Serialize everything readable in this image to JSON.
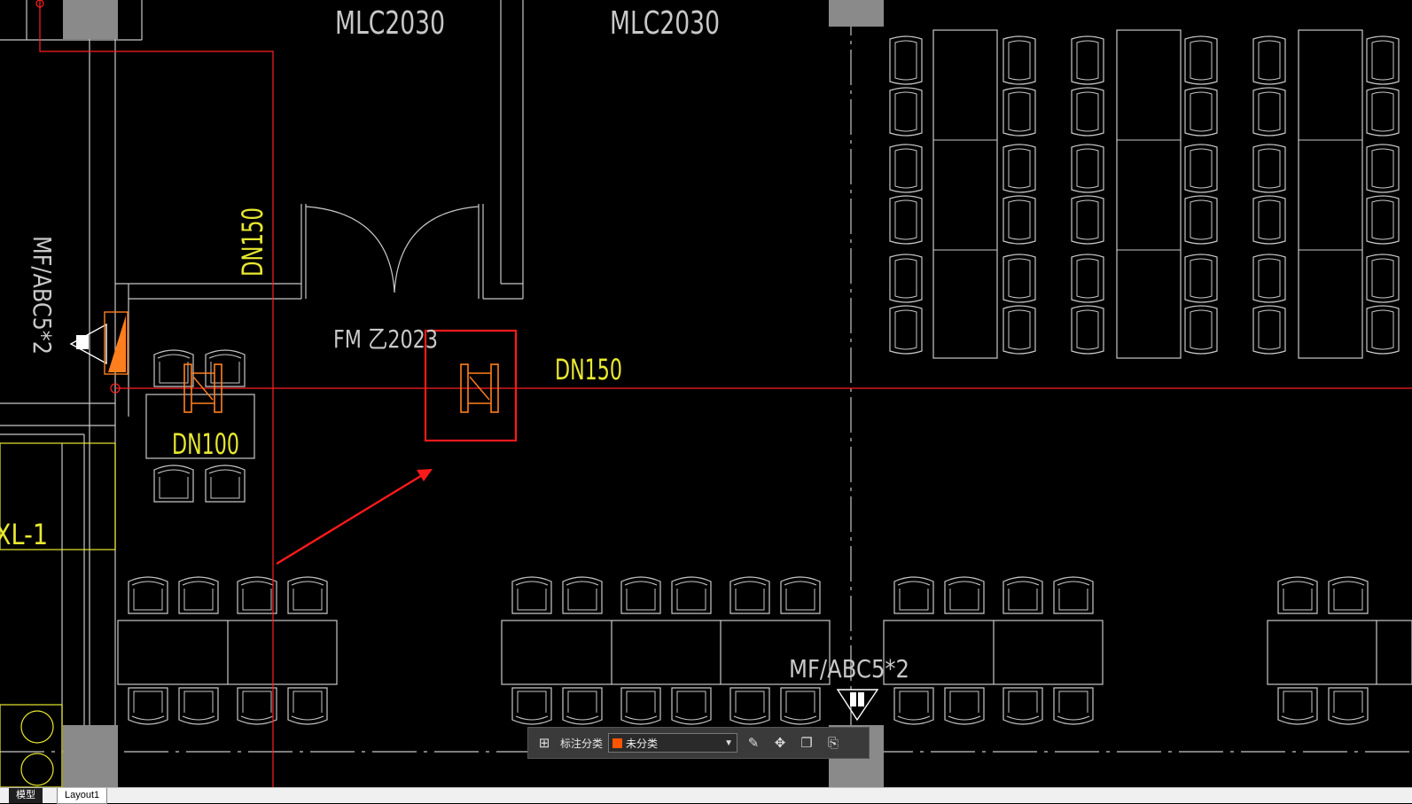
{
  "drawing": {
    "labels": {
      "window_tag_1": "MLC2030",
      "window_tag_2": "MLC2030",
      "pipe_vertical": "DN150",
      "pipe_horizontal": "DN150",
      "pipe_small": "DN100",
      "door_tag": "FM 乙2023",
      "extinguisher_left": "MF/ABC5*2",
      "extinguisher_bottom": "MF/ABC5*2",
      "box_tag": "XL-1"
    },
    "colors": {
      "background": "#000000",
      "linework": "#c8c8c8",
      "text_yellow": "#e8e830",
      "pipe_red": "#ff2020",
      "valve_orange": "#ff7f1e",
      "highlight_box": "#ff1a1a",
      "column_gray": "#8a8a8a"
    }
  },
  "toolbar": {
    "label": "标注分类",
    "category_value": "未分类",
    "icons": [
      "grid-icon",
      "edit-icon",
      "move-icon",
      "copy-icon",
      "paste-icon"
    ]
  },
  "tabs": [
    {
      "label": "模型",
      "active": true
    },
    {
      "label": "Layout1",
      "active": false
    }
  ]
}
